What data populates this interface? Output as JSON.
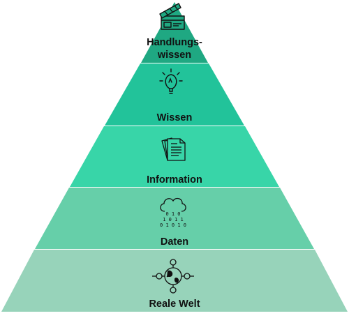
{
  "pyramid": {
    "levels": [
      {
        "label": "Handlungs-\nwissen",
        "icon": "clapperboard-icon",
        "color": "#1fa882"
      },
      {
        "label": "Wissen",
        "icon": "lightbulb-icon",
        "color": "#22c39a"
      },
      {
        "label": "Information",
        "icon": "document-icon",
        "color": "#38d5a8"
      },
      {
        "label": "Daten",
        "icon": "cloud-data-icon",
        "color": "#66cfa9"
      },
      {
        "label": "Reale Welt",
        "icon": "globe-network-icon",
        "color": "#97d3ba"
      }
    ],
    "divider_color": "#ffffff",
    "icon_color": "#111111"
  }
}
